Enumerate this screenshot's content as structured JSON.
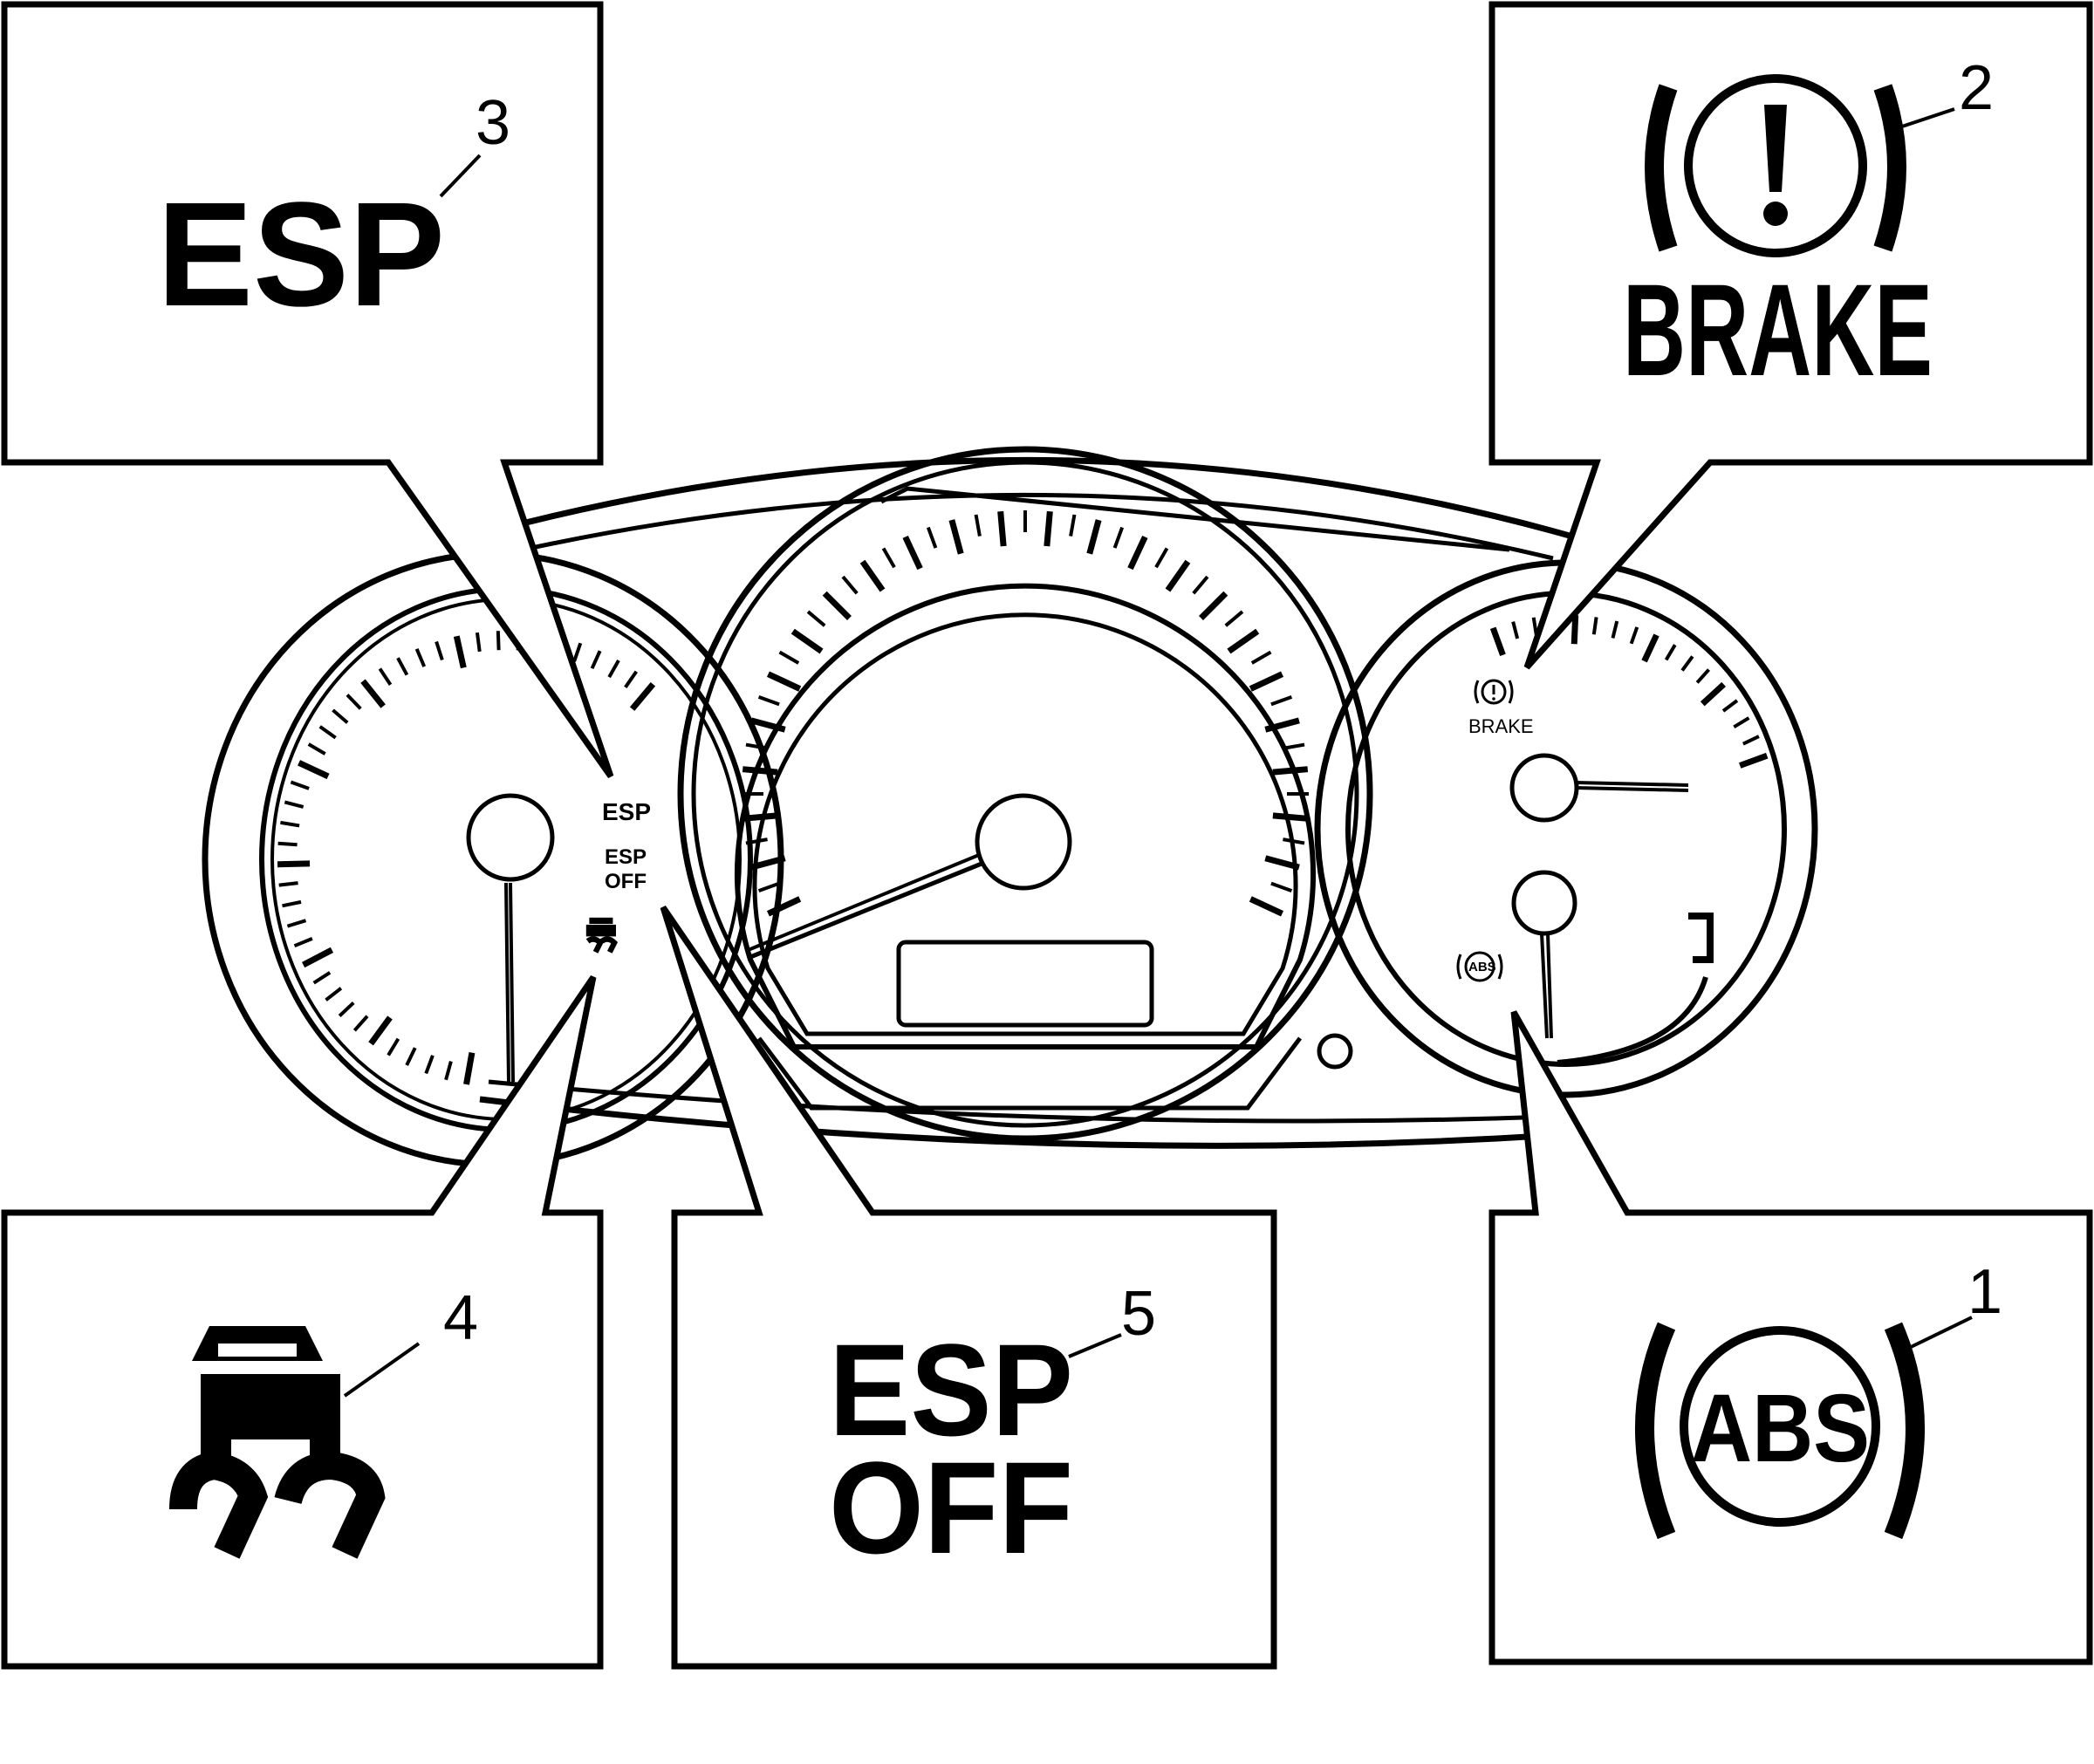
{
  "callouts": [
    {
      "number": "3",
      "text": "ESP"
    },
    {
      "number": "2",
      "text": "BRAKE"
    },
    {
      "number": "4",
      "text": ""
    },
    {
      "number": "5",
      "line1": "ESP",
      "line2": "OFF"
    },
    {
      "number": "1",
      "text": "ABS"
    }
  ],
  "cluster": {
    "esp_label": "ESP",
    "esp_off_line1": "ESP",
    "esp_off_line2": "OFF",
    "brake_label": "BRAKE",
    "abs_label": "ABS"
  },
  "icons": [
    "esp-icon",
    "brake-warning-icon",
    "traction-skid-icon",
    "esp-off-icon",
    "abs-icon"
  ]
}
